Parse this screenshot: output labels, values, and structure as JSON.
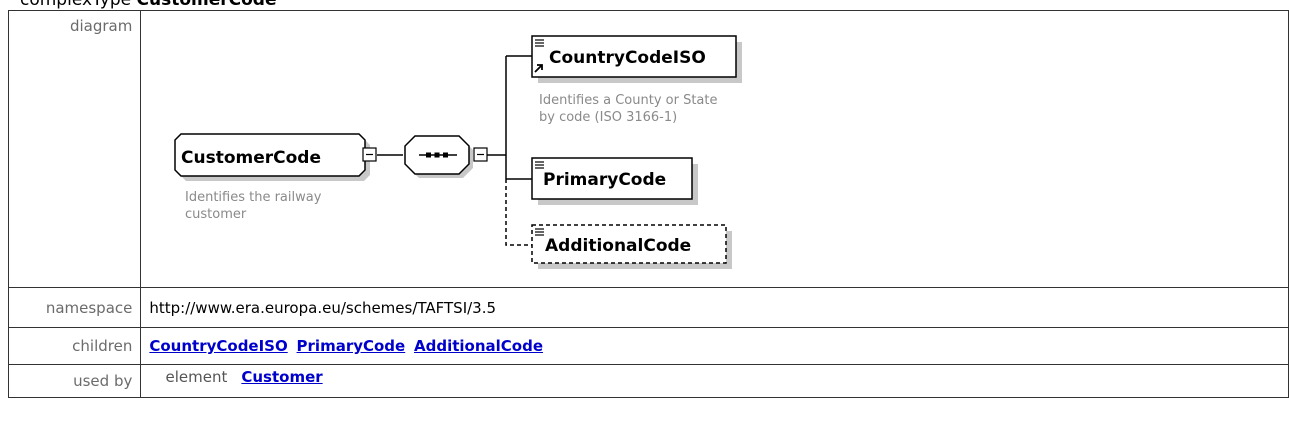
{
  "title": {
    "prefix": "complexType",
    "name": "CustomerCode"
  },
  "rows": {
    "diagram_label": "diagram",
    "namespace_label": "namespace",
    "namespace_value": "http://www.era.europa.eu/schemes/TAFTSI/3.5",
    "children_label": "children",
    "children": [
      "CountryCodeISO",
      "PrimaryCode",
      "AdditionalCode"
    ],
    "usedby_label": "used by",
    "usedby_type": "element",
    "usedby_value": "Customer"
  },
  "diagram": {
    "root": {
      "name": "CustomerCode",
      "doc": [
        "Identifies the railway",
        "customer"
      ]
    },
    "sequence_symbol": "sequence",
    "children": [
      {
        "name": "CountryCodeISO",
        "doc": [
          "Identifies a County or State",
          "by code (ISO 3166-1)"
        ],
        "optional": false,
        "reference": true
      },
      {
        "name": "PrimaryCode",
        "doc": [],
        "optional": false,
        "reference": false
      },
      {
        "name": "AdditionalCode",
        "doc": [],
        "optional": true,
        "reference": false
      }
    ],
    "colors": {
      "box_border": "#000000",
      "shadow": "#c8c8c8",
      "doc_text": "#8a8a8a",
      "link": "#0000cc"
    }
  }
}
